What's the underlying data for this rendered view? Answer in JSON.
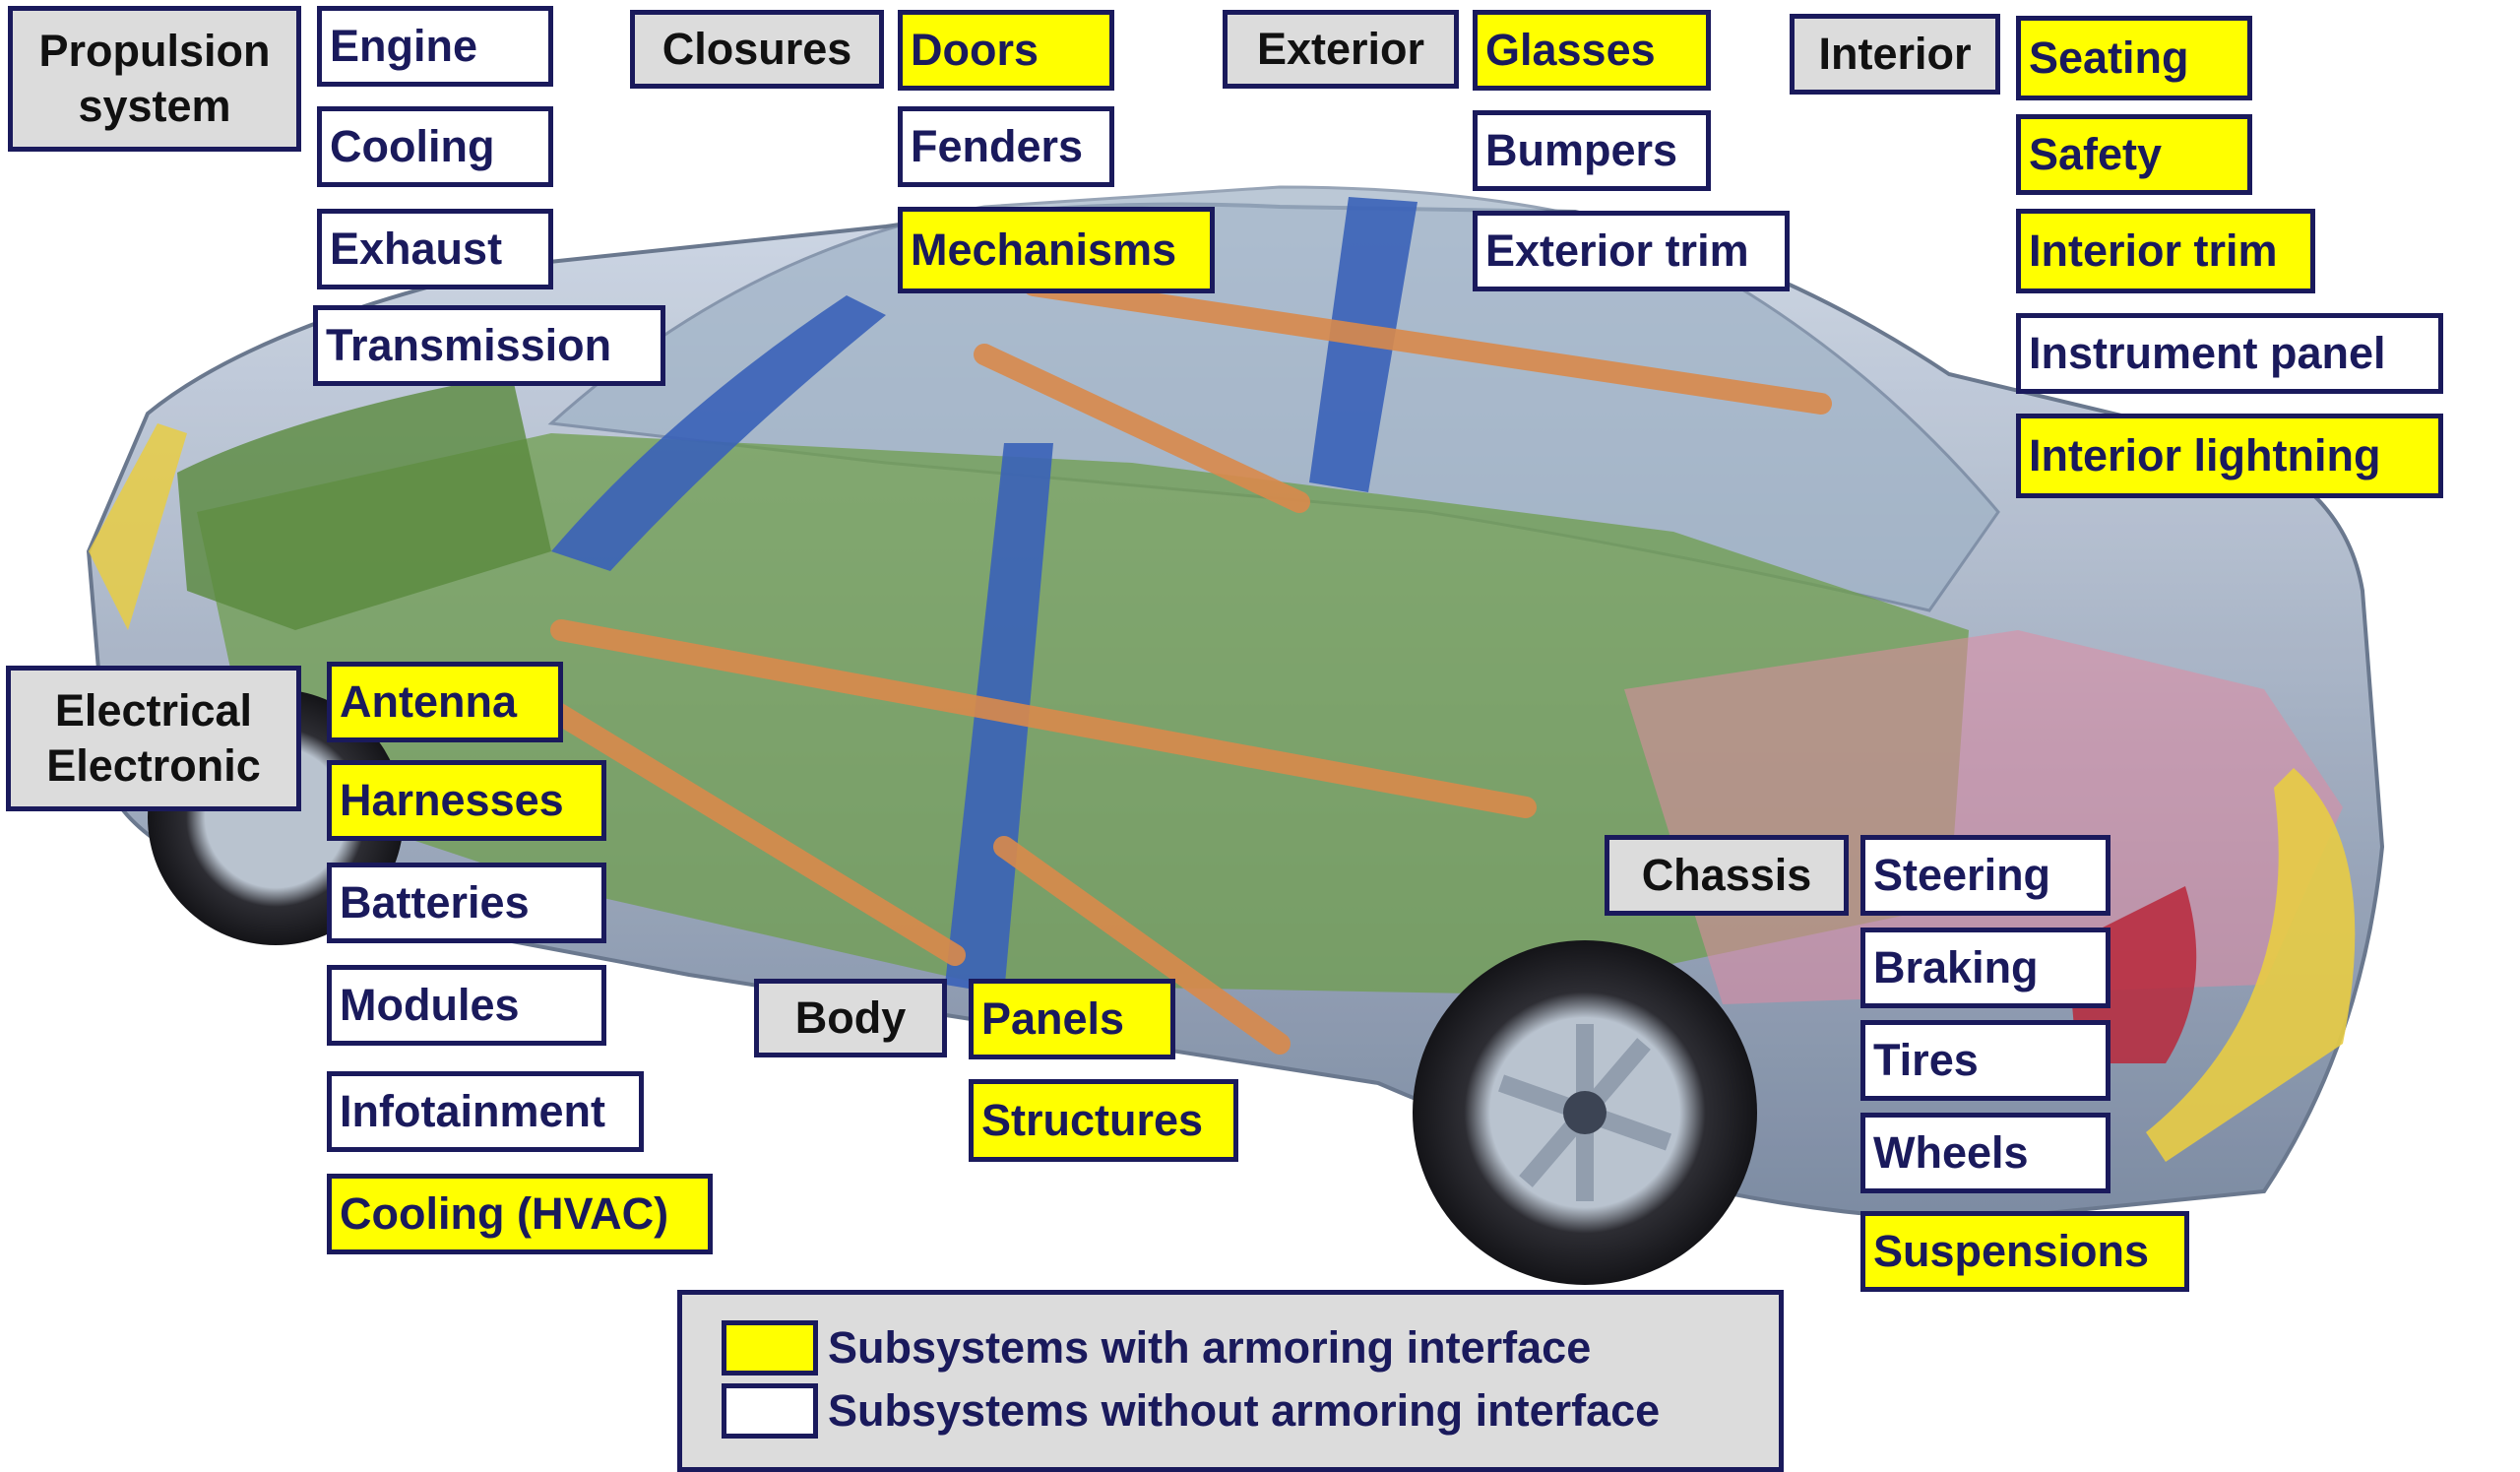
{
  "colors": {
    "with_interface": "#ffff00",
    "without_interface": "#ffffff",
    "group": "#dcdcdc",
    "border": "#1a1a5c"
  },
  "groups": {
    "propulsion": "Propulsion system",
    "closures": "Closures",
    "exterior": "Exterior",
    "interior": "Interior",
    "electrical": "Electrical Electronic",
    "body": "Body",
    "chassis": "Chassis"
  },
  "propulsion_items": [
    {
      "label": "Engine",
      "armoring": false
    },
    {
      "label": "Cooling",
      "armoring": false
    },
    {
      "label": "Exhaust",
      "armoring": false
    },
    {
      "label": "Transmission",
      "armoring": false
    }
  ],
  "closures_items": [
    {
      "label": "Doors",
      "armoring": true
    },
    {
      "label": "Fenders",
      "armoring": false
    },
    {
      "label": "Mechanisms",
      "armoring": true
    }
  ],
  "exterior_items": [
    {
      "label": "Glasses",
      "armoring": true
    },
    {
      "label": "Bumpers",
      "armoring": false
    },
    {
      "label": "Exterior trim",
      "armoring": false
    }
  ],
  "interior_items": [
    {
      "label": "Seating",
      "armoring": true
    },
    {
      "label": "Safety",
      "armoring": true
    },
    {
      "label": "Interior trim",
      "armoring": true
    },
    {
      "label": "Instrument panel",
      "armoring": false
    },
    {
      "label": "Interior lightning",
      "armoring": true
    }
  ],
  "electrical_items": [
    {
      "label": "Antenna",
      "armoring": true
    },
    {
      "label": "Harnesses",
      "armoring": true
    },
    {
      "label": "Batteries",
      "armoring": false
    },
    {
      "label": "Modules",
      "armoring": false
    },
    {
      "label": "Infotainment",
      "armoring": false
    },
    {
      "label": "Cooling (HVAC)",
      "armoring": true
    }
  ],
  "body_items": [
    {
      "label": "Panels",
      "armoring": true
    },
    {
      "label": "Structures",
      "armoring": true
    }
  ],
  "chassis_items": [
    {
      "label": "Steering",
      "armoring": false
    },
    {
      "label": "Braking",
      "armoring": false
    },
    {
      "label": "Tires",
      "armoring": false
    },
    {
      "label": "Wheels",
      "armoring": false
    },
    {
      "label": "Suspensions",
      "armoring": true
    }
  ],
  "legend": {
    "with": "Subsystems with  armoring interface",
    "without": "Subsystems without  armoring interface"
  }
}
